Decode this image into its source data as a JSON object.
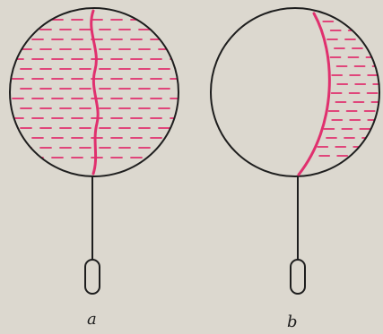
{
  "figures": [
    {
      "id": "a",
      "label": "a"
    },
    {
      "id": "b",
      "label": "b"
    }
  ],
  "colors": {
    "paper": "#dcd8cf",
    "ink": "#1e1e1e",
    "membrane": "#e0306e"
  }
}
